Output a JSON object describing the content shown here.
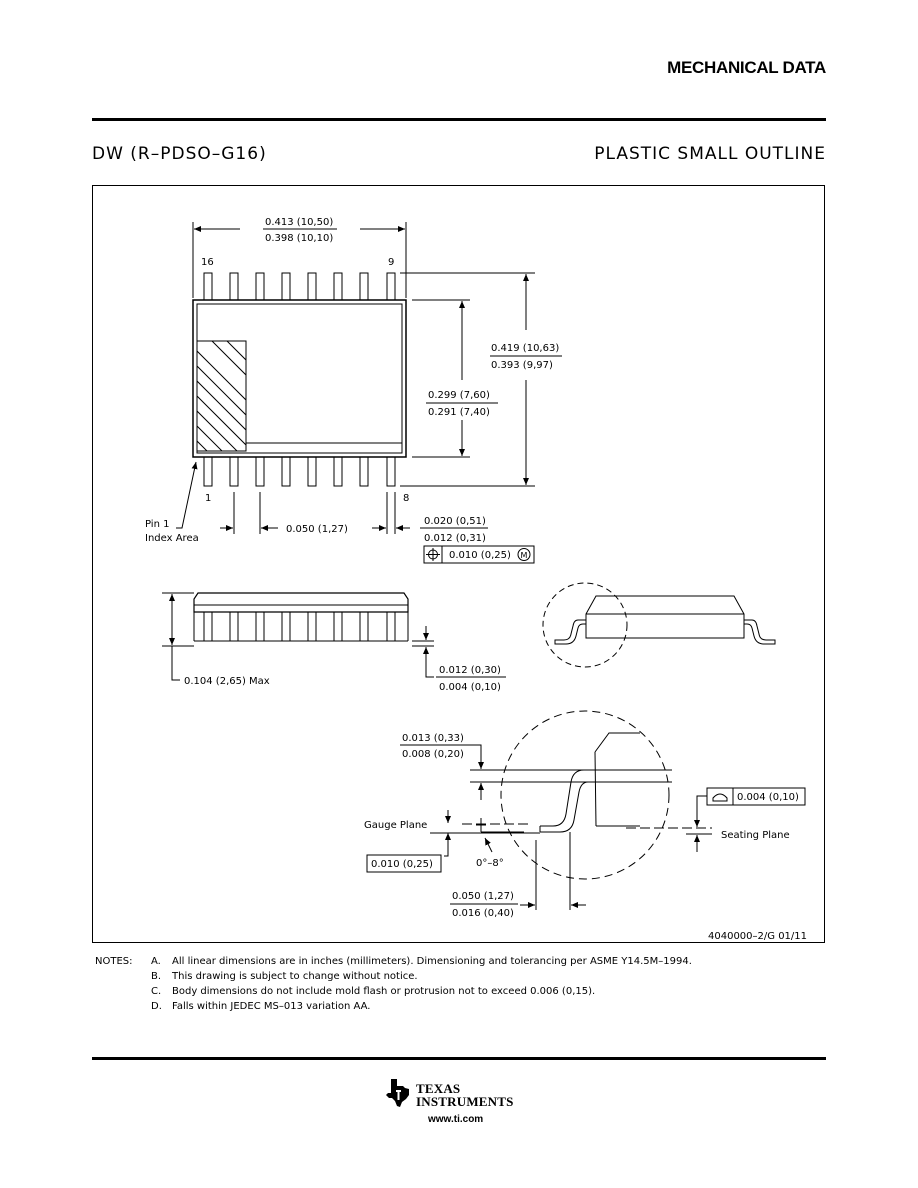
{
  "header": {
    "section_title": "MECHANICAL DATA",
    "package_code": "DW (R–PDSO–G16)",
    "package_type": "PLASTIC SMALL OUTLINE"
  },
  "drawing": {
    "top_view": {
      "body_width": "0.413 (10,50)",
      "body_width_min": "0.398 (10,10)",
      "pin_16": "16",
      "pin_9": "9",
      "pin_1": "1",
      "pin_8": "8",
      "overall_length_max": "0.419 (10,63)",
      "overall_length_min": "0.393 (9,97)",
      "body_length_max": "0.299 (7,60)",
      "body_length_min": "0.291 (7,40)",
      "pin1_label_1": "Pin 1",
      "pin1_label_2": "Index Area",
      "pitch": "0.050 (1,27)",
      "lead_width_max": "0.020 (0,51)",
      "lead_width_min": "0.012 (0,31)",
      "tolerance": "0.010 (0,25)",
      "tolerance_modifier": "M"
    },
    "side_view": {
      "height_max": "0.104 (2,65) Max",
      "standoff_max": "0.012 (0,30)",
      "standoff_min": "0.004 (0,10)"
    },
    "detail": {
      "lead_thickness_max": "0.013 (0,33)",
      "lead_thickness_min": "0.008 (0,20)",
      "coplanarity": "0.004 (0,10)",
      "gauge_plane": "Gauge Plane",
      "seating_plane": "Seating Plane",
      "gauge_offset": "0.010 (0,25)",
      "angle": "0°–8°",
      "foot_length_max": "0.050 (1,27)",
      "foot_length_min": "0.016 (0,40)"
    },
    "drawing_number": "4040000–2/G 01/11"
  },
  "notes": {
    "heading": "NOTES:",
    "items": [
      {
        "key": "A.",
        "text": "All linear dimensions are in inches (millimeters). Dimensioning and tolerancing per ASME Y14.5M–1994."
      },
      {
        "key": "B.",
        "text": "This drawing is subject to change without notice."
      },
      {
        "key": "C.",
        "text": "Body dimensions do not include mold flash or protrusion not to exceed 0.006 (0,15)."
      },
      {
        "key": "D.",
        "text": "Falls within JEDEC MS–013 variation AA."
      }
    ]
  },
  "footer": {
    "brand_line_1": "TEXAS",
    "brand_line_2": "INSTRUMENTS",
    "url": "www.ti.com"
  }
}
